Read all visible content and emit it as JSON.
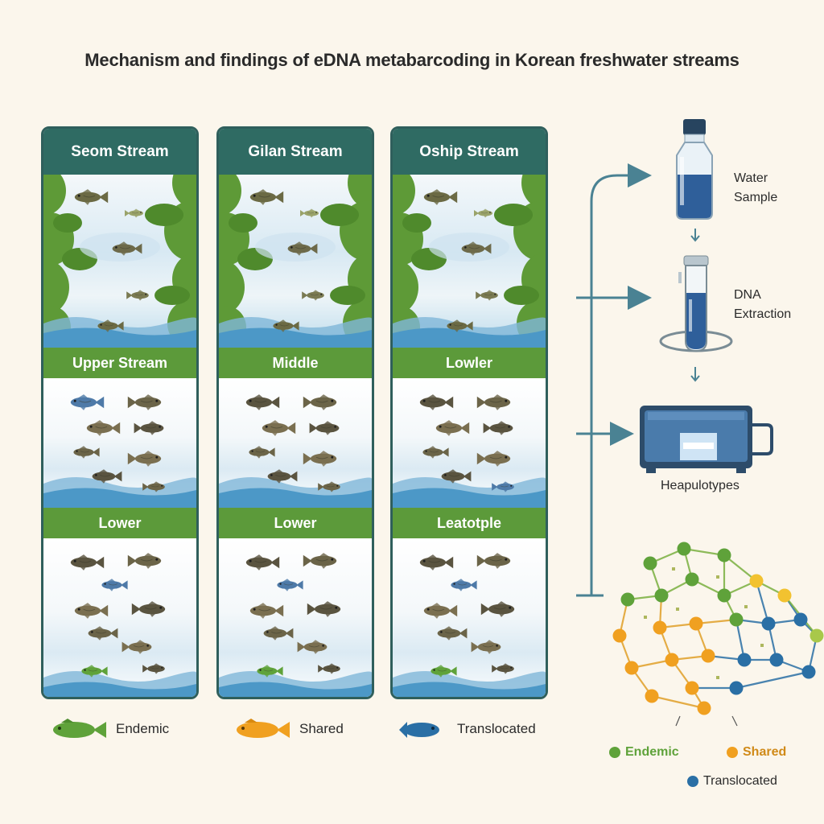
{
  "title": "Mechanism and findings of eDNA metabarcoding in Korean freshwater streams",
  "columns": [
    {
      "header": "Seom Stream",
      "band1": "Upper Stream",
      "band2": "Lower"
    },
    {
      "header": "Gilan Stream",
      "band1": "Middle",
      "band2": "Lower"
    },
    {
      "header": "Oship Stream",
      "band1": "Lowler",
      "band2": "Leatotple"
    }
  ],
  "legend": {
    "endemic": "Endemic",
    "shared": "Shared",
    "translocated": "Translocated"
  },
  "workflow": {
    "water_sample": "Water\nSample",
    "dna_extraction": "DNA\nExtraction",
    "haplotypes": "Heapulotypes"
  },
  "network_legend": {
    "endemic": "Endemic",
    "shared": "Shared",
    "translocated": "Translocated"
  },
  "colors": {
    "endemic": "#5fa23a",
    "shared": "#f0a020",
    "translocated": "#2a6fa5",
    "header": "#2f6b63",
    "band": "#5c9a3a",
    "arrow": "#4a8293"
  }
}
